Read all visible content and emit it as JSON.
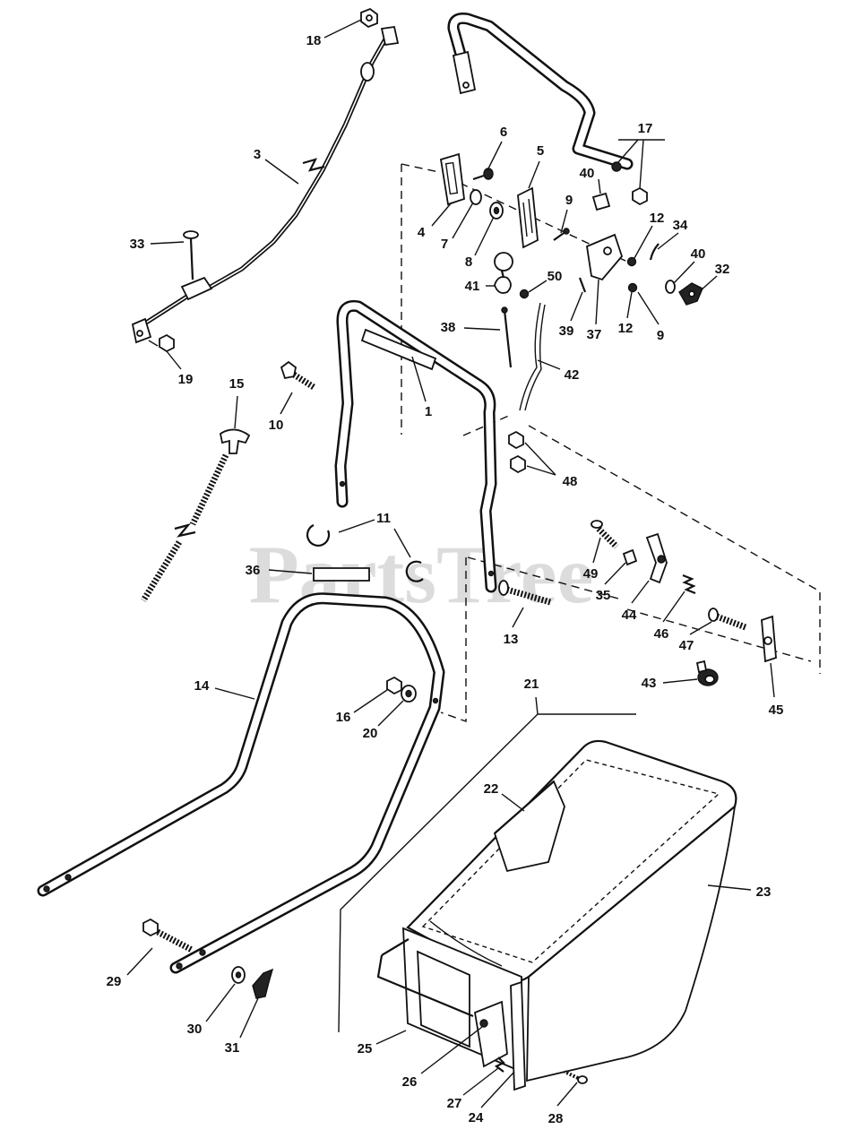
{
  "watermark": "PartsTree",
  "callouts": [
    "18",
    "3",
    "33",
    "19",
    "6",
    "5",
    "17",
    "40",
    "9",
    "4",
    "7",
    "8",
    "12",
    "34",
    "40",
    "32",
    "50",
    "41",
    "38",
    "39",
    "37",
    "12",
    "9",
    "42",
    "10",
    "1",
    "15",
    "48",
    "11",
    "36",
    "49",
    "35",
    "44",
    "13",
    "46",
    "47",
    "43",
    "45",
    "14",
    "16",
    "20",
    "21",
    "22",
    "23",
    "29",
    "30",
    "31",
    "25",
    "26",
    "27",
    "24",
    "28"
  ]
}
